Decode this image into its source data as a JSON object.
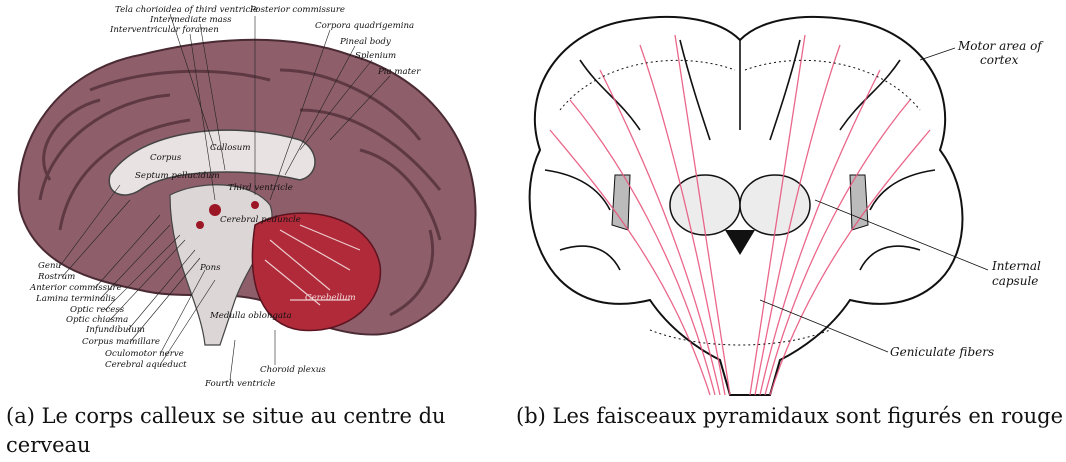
{
  "figure_a": {
    "caption": "(a) Le corps calleux se situe au centre du cerveau",
    "labels_top": [
      "Tela chorioidea of third ventricle",
      "Intermediate mass",
      "Interventricular foramen",
      "Posterior commissure",
      "Corpora quadrigemina",
      "Pineal body",
      "Splenium",
      "Pia mater"
    ],
    "labels_left": [
      "Genu",
      "Rostrum",
      "Anterior commissure",
      "Lamina terminalis",
      "Optic recess",
      "Optic chiasma",
      "Infundibulum",
      "Corpus mamillare",
      "Oculomotor nerve",
      "Cerebral aqueduct",
      "Fourth ventricle",
      "Choroid plexus"
    ],
    "labels_inner": [
      "Corpus",
      "Callosum",
      "Septum pellucidum",
      "Third ventricle",
      "Cerebral peduncle",
      "Pons",
      "Medulla oblongata",
      "Cerebellum"
    ]
  },
  "figure_b": {
    "caption": "(b) Les faisceaux pyramidaux sont figurés en rouge",
    "labels": [
      "Motor area of",
      "cortex",
      "Internal",
      "capsule",
      "Geniculate fibers"
    ]
  },
  "colors": {
    "brain": "#8e5f6b",
    "brain_dark": "#5b3640",
    "fiber": "#e8577e",
    "blood": "#9c1726"
  }
}
